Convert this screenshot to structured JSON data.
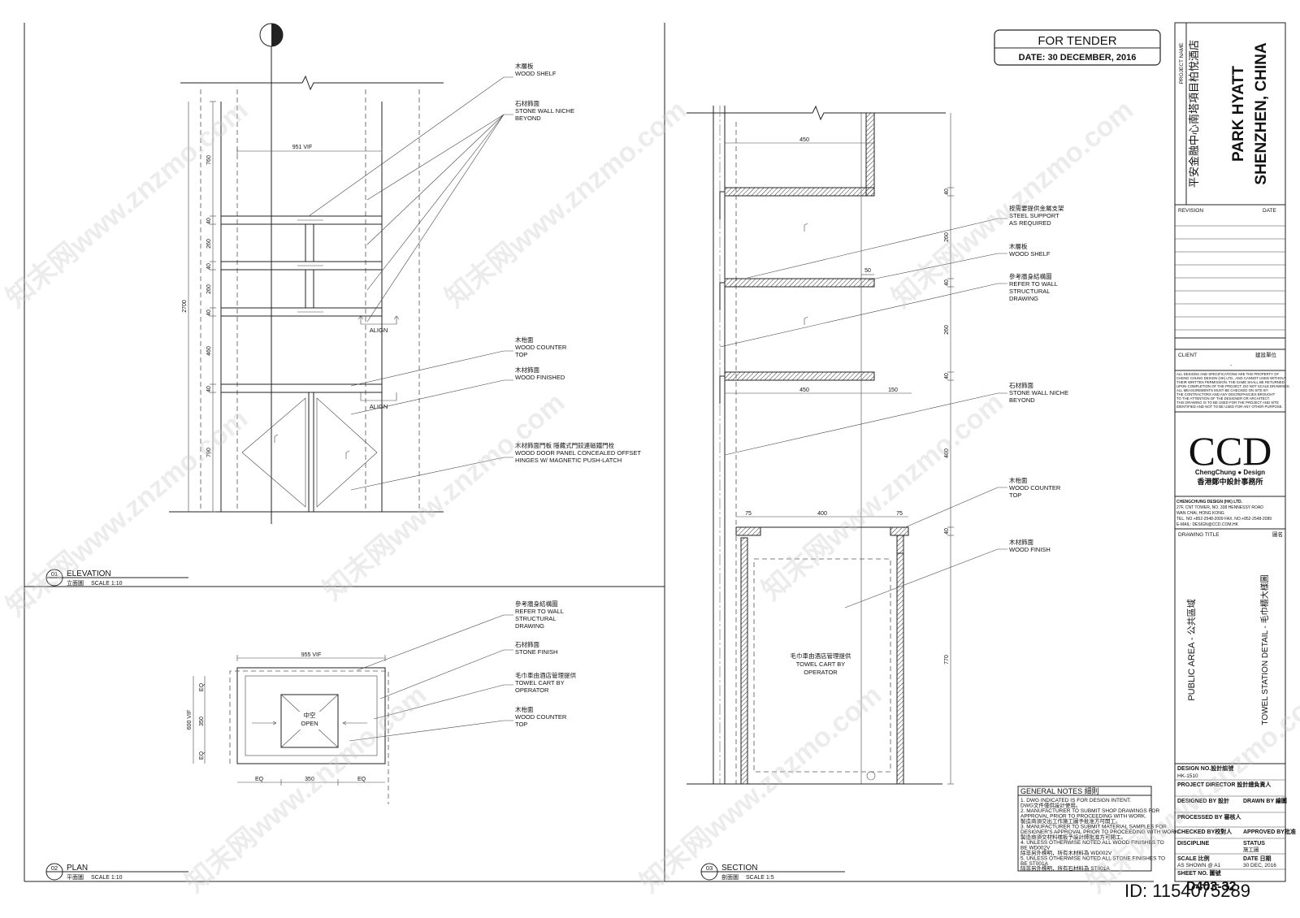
{
  "stamp": {
    "title": "FOR TENDER",
    "date": "DATE:  30 DECEMBER, 2016"
  },
  "watermark": {
    "text": "知末网www.znzmo.com",
    "id": "ID: 1154075289"
  },
  "elevation": {
    "number": "01",
    "title": "ELEVATION",
    "subtitle": "立面圖",
    "scale": "SCALE  1:10",
    "dims": {
      "width": "951 VIF",
      "total": "2700",
      "d760": "760",
      "d40a": "40",
      "d260a": "260",
      "d40b": "40",
      "d260b": "260",
      "d40c": "40",
      "d460": "460",
      "d40d": "40",
      "d790": "790"
    },
    "align1": "ALIGN",
    "align2": "ALIGN",
    "notes": [
      {
        "zh": "木層板",
        "en": [
          "WOOD SHELF"
        ]
      },
      {
        "zh": "石材飾面",
        "en": [
          "STONE WALL NICHE",
          "BEYOND"
        ]
      },
      {
        "zh": "木枱面",
        "en": [
          "WOOD COUNTER",
          "TOP"
        ]
      },
      {
        "zh": "木材飾面",
        "en": [
          "WOOD FINISHED"
        ]
      },
      {
        "zh": "木材飾面門板 隱藏式門鉸連磁鐵門栓",
        "en": [
          "WOOD DOOR PANEL CONCEALED OFFSET",
          "HINGES W/ MAGNETIC PUSH-LATCH"
        ]
      }
    ]
  },
  "plan": {
    "number": "02",
    "title": "PLAN",
    "subtitle": "平面圖",
    "scale": "SCALE  1:10",
    "dims": {
      "width": "955 VIF",
      "depth": "600 VIF",
      "eq1": "EQ",
      "d350": "350",
      "eq2": "EQ",
      "eq3": "EQ",
      "d350b": "350",
      "eq4": "EQ"
    },
    "open_zh": "中空",
    "open_en": "OPEN",
    "notes": [
      {
        "zh": "參考牆身結構圖",
        "en": [
          "REFER TO WALL",
          "STRUCTURAL",
          "DRAWING"
        ]
      },
      {
        "zh": "石材飾面",
        "en": [
          "STONE FINISH"
        ]
      },
      {
        "zh": "毛巾車由酒店管理提供",
        "en": [
          "TOWEL CART BY",
          "OPERATOR"
        ]
      },
      {
        "zh": "木枱面",
        "en": [
          "WOOD COUNTER",
          "TOP"
        ]
      }
    ]
  },
  "section": {
    "number": "03",
    "title": "SECTION",
    "subtitle": "剖面圖",
    "scale": "SCALE  1:5",
    "dims": {
      "d450a": "450",
      "d40a": "40",
      "d260a": "260",
      "d50": "50",
      "d40b": "40",
      "d260b": "260",
      "d450b": "450",
      "d150": "150",
      "d40c": "40",
      "d460": "460",
      "d75a": "75",
      "d400": "400",
      "d75b": "75",
      "d40d": "40",
      "d770": "770"
    },
    "cart_zh": "毛巾車由酒店管理提供",
    "cart_en1": "TOWEL CART BY",
    "cart_en2": "OPERATOR",
    "notes": [
      {
        "zh": "按需要提供金屬支架",
        "en": [
          "STEEL SUPPORT",
          "AS REQUIRED"
        ]
      },
      {
        "zh": "木層板",
        "en": [
          "WOOD SHELF"
        ]
      },
      {
        "zh": "參考牆身結構圖",
        "en": [
          "REFER TO WALL",
          "STRUCTURAL",
          "DRAWING"
        ]
      },
      {
        "zh": "石材飾面",
        "en": [
          "STONE WALL NICHE",
          "BEYOND"
        ]
      },
      {
        "zh": "木枱面",
        "en": [
          "WOOD COUNTER",
          "TOP"
        ]
      },
      {
        "zh": "木材飾面",
        "en": [
          "WOOD FINISH"
        ]
      }
    ]
  },
  "general_notes": {
    "title": "GENERAL NOTES 細則",
    "lines": [
      "1. DWG INDICATED IS FOR DESIGN INTENT.",
      "   DWG文件僅供設計使用。",
      "2. MANUFACTURER TO SUBMIT SHOP DRAWINGS FOR",
      "   APPROVAL PRIOR TO PROCEEDING WITH WORK.",
      "   製造商須交出工作施工圖予批准方可開工。",
      "3. MANUFACTURER TO SUBMIT MATERIAL SAMPLES FOR",
      "   DESIGNER'S APPROVAL PRIOR TO PROCEEDING WITH WORK.",
      "   製造商須交材料樣板予設計師批准方可開工。",
      "4. UNLESS OTHERWISE NOTED ALL WOOD FINISHES TO",
      "   BE WD002V",
      "   除非另外標明，所有木材料為 WD002V",
      "5. UNLESS OTHERWISE NOTED ALL STONE FINISHES TO",
      "   BE ST001A",
      "   除非另外標明，所有石材料為 ST001A"
    ]
  },
  "title_block": {
    "project_name_label": "PROJECT NAME",
    "project_zh": "平安金融中心南塔項目柏悅酒店",
    "project_en1": "PARK HYATT",
    "project_en2": "SHENZHEN, CHINA",
    "revision": "REVISION",
    "date": "DATE",
    "client": "CLIENT",
    "client_zh": "建設單位",
    "client_value": "-",
    "disclaimer": [
      "ALL DESIGNS AND SPECIFICATIONS ARE THE PROPERTY OF",
      "CHENG CHUNG DESIGN (HK) LTD., AND CANNOT USED WITHOUT",
      "THEIR WRITTEN PERMISSION. THE SAME SHALL BE RETURNED",
      "UPON COMPLETION OF THE PROJECT. DO NOT SCALE DRAWINGS.",
      "ALL MEASUREMENTS MUST BE CHECKED ON SITE BY",
      "THE CONTRACTORS AND ANY DISCREPANCIES BROUGHT",
      "TO THE ATTENTION OF THE DESIGNER OR ARCHITECT.",
      "THIS DRAWING IS TO BE USED FOR THE PROJECT AND SITE",
      "IDENTIFIED AND NOT TO BE USED FOR ANY OTHER PURPOSE."
    ],
    "logo": "CCD",
    "logo_sub": "ChengChung ● Design",
    "logo_zh": "香港鄭中設計事務所",
    "company": [
      "CHENGCHUNG DESIGN (HK) LTD.",
      "27F, CNT TOWER, NO. 338 HENNESSY ROAD",
      "WAN CHAI, HONG KONG",
      "TEL. NO.+852-2548-2009   FAX. NO.+852-2548-2089",
      "E-MAIL: DESIGN@CCD.COM.HK"
    ],
    "drawing_title_label": "DRAWING TITLE",
    "drawing_title_zh": "圖名",
    "area": "PUBLIC AREA - 公共區域",
    "drawing_name": "TOWEL STATION DETAIL - 毛巾櫃大樣圖",
    "design_no_label": "DESIGN NO.設計編號",
    "design_no": "HK-1510",
    "project_director": "PROJECT DIRECTOR 設計總負責人",
    "designed_by": "DESIGNED BY 設計",
    "drawn_by": "DRAWN BY 繪圖",
    "processed_by": "PROCESSED BY 審核人",
    "checked_by": "CHECKED BY校對人",
    "approved_by": "APPROVED BY批准",
    "discipline": "DISCIPLINE",
    "status": "STATUS",
    "status_value": "施工圖",
    "scale": "SCALE 比例",
    "date_label": "DATE 日期",
    "scale_value": "AS SHOWN @ A1",
    "date_value": "30 DEC, 2016",
    "sheet_no_label": "SHEET NO. 圖號",
    "sheet_no": "D403-32"
  }
}
